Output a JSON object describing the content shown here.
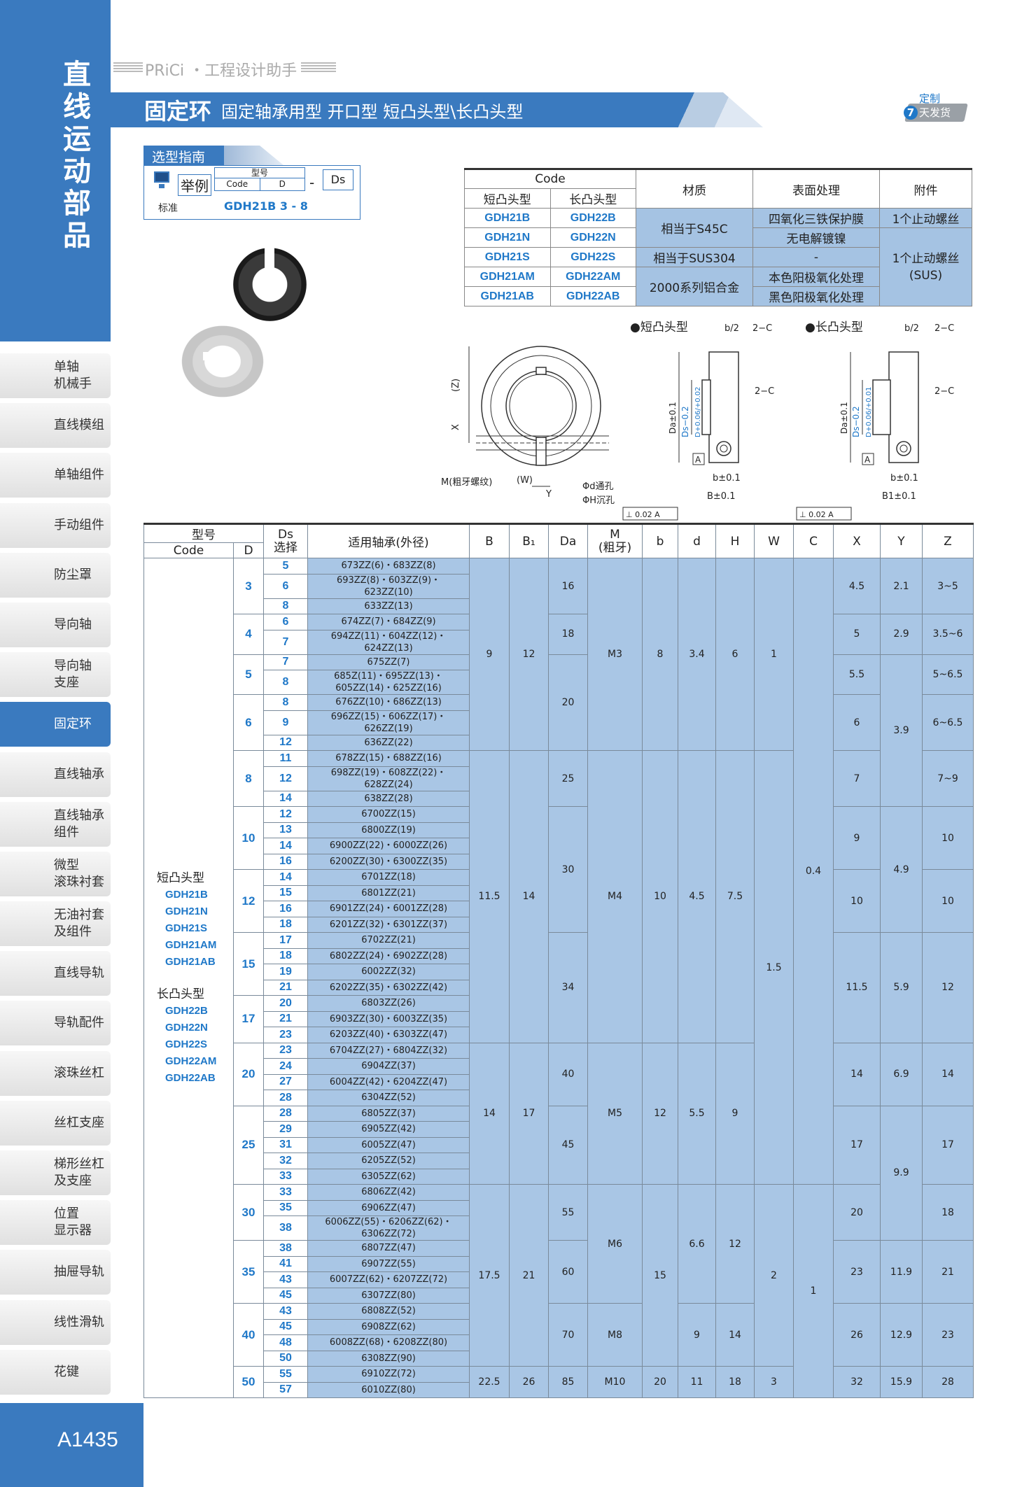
{
  "sidebar": {
    "category": "直线运动部品",
    "items": [
      "单轴\n机械手",
      "直线模组",
      "单轴组件",
      "手动组件",
      "防尘罩",
      "导向轴",
      "导向轴\n支座",
      "固定环",
      "直线轴承",
      "直线轴承\n组件",
      "微型\n滚珠衬套",
      "无油衬套\n及组件",
      "直线导轨",
      "导轨配件",
      "滚珠丝杠",
      "丝杠支座",
      "梯形丝杠\n及支座",
      "位置\n显示器",
      "抽屉导轨",
      "线性滑轨",
      "花键"
    ],
    "active": "固定环",
    "page": "A1435"
  },
  "header": {
    "brand": "PRiCi ・工程设计助手",
    "title": "固定环",
    "subtitle": "固定轴承用型  开口型  短凸头型\\长凸头型",
    "delivery_top": "定制",
    "delivery_days": "7",
    "delivery_bottom": "天发货"
  },
  "guide": {
    "label": "选型指南",
    "example": "举例",
    "model_label": "型号",
    "code_label": "Code",
    "d_label": "D",
    "dash": "-",
    "ds_label": "Ds",
    "std_label": "标准",
    "std_values": "GDH21B  3  -  8"
  },
  "code_table": {
    "h_code": "Code",
    "h_short": "短凸头型",
    "h_long": "长凸头型",
    "h_material": "材质",
    "h_surface": "表面处理",
    "h_accessory": "附件",
    "rows": [
      {
        "short": "GDH21B",
        "long": "GDH22B"
      },
      {
        "short": "GDH21N",
        "long": "GDH22N"
      },
      {
        "short": "GDH21S",
        "long": "GDH22S"
      },
      {
        "short": "GDH21AM",
        "long": "GDH22AM"
      },
      {
        "short": "GDH21AB",
        "long": "GDH22AB"
      }
    ],
    "mat_s45c": "相当于S45C",
    "mat_sus": "相当于SUS304",
    "mat_al": "2000系列铝合金",
    "surf_b": "四氧化三铁保护膜",
    "surf_n": "无电解镀镍",
    "surf_s": "-",
    "surf_am": "本色阳极氧化处理",
    "surf_ab": "黑色阳极氧化处理",
    "acc_1": "1个止动螺丝",
    "acc_2": "1个止动螺丝\n(SUS)"
  },
  "drawing": {
    "short_title": "●短凸头型",
    "long_title": "●长凸头型",
    "m_label": "M(粗牙螺纹)",
    "w_label": "(W)",
    "y_label": "Y",
    "x_label": "X",
    "z_label": "(Z)",
    "d_hole": "Φd通孔",
    "h_hole": "ΦH沉孔",
    "b2": "b/2",
    "c2": "2−C",
    "da": "Da±0.1",
    "ds_short": "Ds−0.2",
    "ds_long": "Ds−0.2",
    "d_short": "D+0.06/+0.02",
    "d_long": "D+0.06/+0.01",
    "a": "A",
    "b_tol": "b±0.1",
    "B_tol": "B±0.1",
    "B1_tol": "B1±0.1",
    "gdt": "⊥ 0.02 A"
  },
  "main_table": {
    "headers": {
      "model": "型号",
      "code": "Code",
      "d": "D",
      "ds": "Ds\n选择",
      "bearing": "适用轴承(外径)",
      "B": "B",
      "B1": "B₁",
      "Da": "Da",
      "M": "M\n(粗牙)",
      "b": "b",
      "dd": "d",
      "H": "H",
      "W": "W",
      "C": "C",
      "X": "X",
      "Y": "Y",
      "Z": "Z"
    },
    "series": {
      "short_label": "短凸头型",
      "short_codes": [
        "GDH21B",
        "GDH21N",
        "GDH21S",
        "GDH21AM",
        "GDH21AB"
      ],
      "long_label": "长凸头型",
      "long_codes": [
        "GDH22B",
        "GDH22N",
        "GDH22S",
        "GDH22AM",
        "GDH22AB"
      ]
    },
    "rows": [
      {
        "D": "3",
        "ds": "5",
        "bearing": "673ZZ(6)・683ZZ(8)"
      },
      {
        "ds": "6",
        "bearing": "693ZZ(8)・603ZZ(9)・\n623ZZ(10)"
      },
      {
        "ds": "8",
        "bearing": "633ZZ(13)"
      },
      {
        "D": "4",
        "ds": "6",
        "bearing": "674ZZ(7)・684ZZ(9)"
      },
      {
        "ds": "7",
        "bearing": "694ZZ(11)・604ZZ(12)・\n624ZZ(13)"
      },
      {
        "D": "5",
        "ds": "7",
        "bearing": "675ZZ(7)"
      },
      {
        "ds": "8",
        "bearing": "685Z(11)・695ZZ(13)・\n605ZZ(14)・625ZZ(16)"
      },
      {
        "D": "6",
        "ds": "8",
        "bearing": "676ZZ(10)・686ZZ(13)"
      },
      {
        "ds": "9",
        "bearing": "696ZZ(15)・606ZZ(17)・\n626ZZ(19)"
      },
      {
        "ds": "12",
        "bearing": "636ZZ(22)"
      },
      {
        "D": "8",
        "ds": "11",
        "bearing": "678ZZ(15)・688ZZ(16)"
      },
      {
        "ds": "12",
        "bearing": "698ZZ(19)・608ZZ(22)・\n628ZZ(24)"
      },
      {
        "ds": "14",
        "bearing": "638ZZ(28)"
      },
      {
        "D": "10",
        "ds": "12",
        "bearing": "6700ZZ(15)"
      },
      {
        "ds": "13",
        "bearing": "6800ZZ(19)"
      },
      {
        "ds": "14",
        "bearing": "6900ZZ(22)・6000ZZ(26)"
      },
      {
        "ds": "16",
        "bearing": "6200ZZ(30)・6300ZZ(35)"
      },
      {
        "D": "12",
        "ds": "14",
        "bearing": "6701ZZ(18)"
      },
      {
        "ds": "15",
        "bearing": "6801ZZ(21)"
      },
      {
        "ds": "16",
        "bearing": "6901ZZ(24)・6001ZZ(28)"
      },
      {
        "ds": "18",
        "bearing": "6201ZZ(32)・6301ZZ(37)"
      },
      {
        "D": "15",
        "ds": "17",
        "bearing": "6702ZZ(21)"
      },
      {
        "ds": "18",
        "bearing": "6802ZZ(24)・6902ZZ(28)"
      },
      {
        "ds": "19",
        "bearing": "6002ZZ(32)"
      },
      {
        "ds": "21",
        "bearing": "6202ZZ(35)・6302ZZ(42)"
      },
      {
        "D": "17",
        "ds": "20",
        "bearing": "6803ZZ(26)"
      },
      {
        "ds": "21",
        "bearing": "6903ZZ(30)・6003ZZ(35)"
      },
      {
        "ds": "23",
        "bearing": "6203ZZ(40)・6303ZZ(47)"
      },
      {
        "D": "20",
        "ds": "23",
        "bearing": "6704ZZ(27)・6804ZZ(32)"
      },
      {
        "ds": "24",
        "bearing": "6904ZZ(37)"
      },
      {
        "ds": "27",
        "bearing": "6004ZZ(42)・6204ZZ(47)"
      },
      {
        "ds": "28",
        "bearing": "6304ZZ(52)"
      },
      {
        "D": "25",
        "ds": "28",
        "bearing": "6805ZZ(37)"
      },
      {
        "ds": "29",
        "bearing": "6905ZZ(42)"
      },
      {
        "ds": "31",
        "bearing": "6005ZZ(47)"
      },
      {
        "ds": "32",
        "bearing": "6205ZZ(52)"
      },
      {
        "ds": "33",
        "bearing": "6305ZZ(62)"
      },
      {
        "D": "30",
        "ds": "33",
        "bearing": "6806ZZ(42)"
      },
      {
        "ds": "35",
        "bearing": "6906ZZ(47)"
      },
      {
        "ds": "38",
        "bearing": "6006ZZ(55)・6206ZZ(62)・\n6306ZZ(72)"
      },
      {
        "D": "35",
        "ds": "38",
        "bearing": "6807ZZ(47)"
      },
      {
        "ds": "41",
        "bearing": "6907ZZ(55)"
      },
      {
        "ds": "43",
        "bearing": "6007ZZ(62)・6207ZZ(72)"
      },
      {
        "ds": "45",
        "bearing": "6307ZZ(80)"
      },
      {
        "D": "40",
        "ds": "43",
        "bearing": "6808ZZ(52)"
      },
      {
        "ds": "45",
        "bearing": "6908ZZ(62)"
      },
      {
        "ds": "48",
        "bearing": "6008ZZ(68)・6208ZZ(80)"
      },
      {
        "ds": "50",
        "bearing": "6308ZZ(90)"
      },
      {
        "D": "50",
        "ds": "55",
        "bearing": "6910ZZ(72)"
      },
      {
        "ds": "57",
        "bearing": "6010ZZ(80)"
      }
    ],
    "dims": {
      "B": [
        "9",
        "11.5",
        "14",
        "17.5",
        "22.5"
      ],
      "B1": [
        "12",
        "14",
        "17",
        "21",
        "26"
      ],
      "Da": [
        "16",
        "18",
        "20",
        "25",
        "30",
        "34",
        "40",
        "45",
        "55",
        "60",
        "70",
        "85"
      ],
      "M": [
        "M3",
        "M4",
        "M5",
        "M6",
        "M8",
        "M10"
      ],
      "b": [
        "8",
        "10",
        "12",
        "15",
        "20"
      ],
      "d": [
        "3.4",
        "4.5",
        "5.5",
        "6.6",
        "9",
        "11"
      ],
      "H": [
        "6",
        "7.5",
        "9",
        "12",
        "14",
        "18"
      ],
      "W": [
        "1",
        "1.5",
        "2",
        "3"
      ],
      "C": [
        "0.4",
        "1"
      ],
      "X": [
        "4.5",
        "5",
        "5.5",
        "6",
        "7",
        "9",
        "10",
        "11.5",
        "14",
        "17",
        "20",
        "23",
        "26",
        "32"
      ],
      "Y": [
        "2.1",
        "2.9",
        "3.9",
        "4.9",
        "5.9",
        "6.9",
        "9.9",
        "11.9",
        "12.9",
        "15.9"
      ],
      "Z": [
        "3~5",
        "3.5~6",
        "5~6.5",
        "6~6.5",
        "7~9",
        "10",
        "10",
        "12",
        "14",
        "17",
        "18",
        "21",
        "23",
        "28"
      ]
    }
  }
}
